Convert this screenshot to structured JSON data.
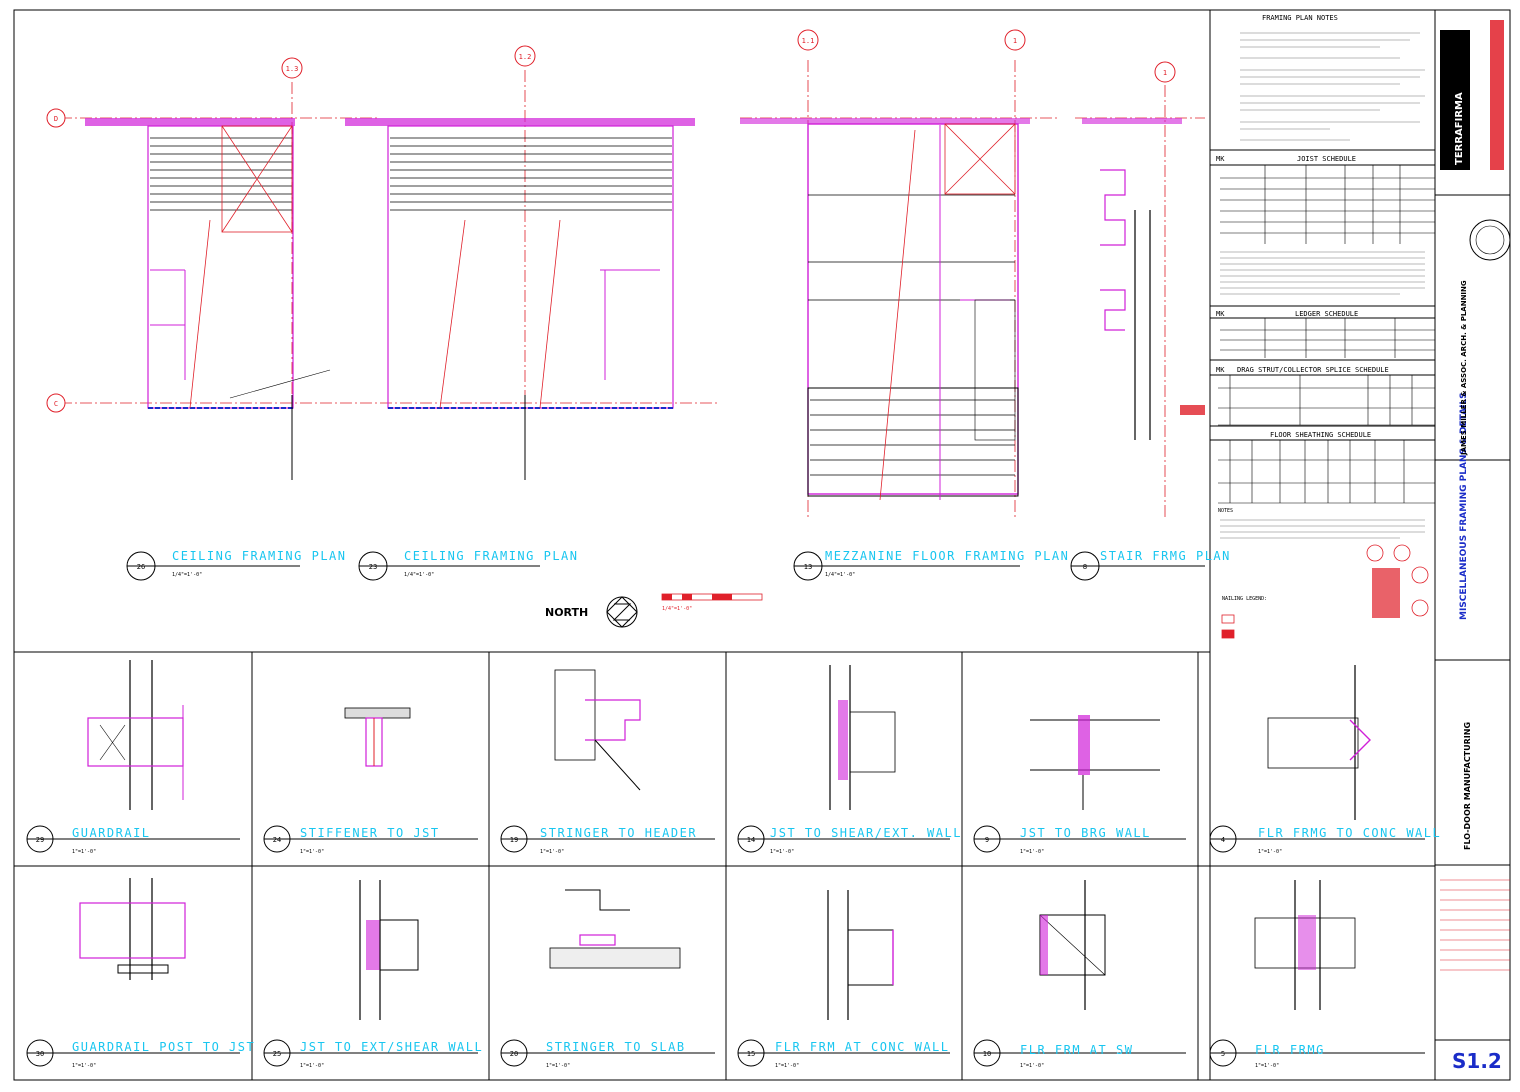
{
  "sheet": {
    "number": "S1.2",
    "north_label": "NORTH",
    "scale_bar_label": "1/4\"=1'-0\""
  },
  "plans": [
    {
      "id": "26",
      "title": "CEILING FRAMING PLAN",
      "scale": "1/4\"=1'-0\""
    },
    {
      "id": "23",
      "title": "CEILING FRAMING PLAN",
      "scale": "1/4\"=1'-0\""
    },
    {
      "id": "13",
      "title": "MEZZANINE FLOOR FRAMING PLAN",
      "scale": "1/4\"=1'-0\""
    },
    {
      "id": "8",
      "title": "STAIR FRMG PLAN",
      "scale": ""
    }
  ],
  "gridlines": [
    "1.3",
    "1.2",
    "1.1",
    "1",
    "1",
    "D",
    "C"
  ],
  "details_row1": [
    {
      "id": "29",
      "title": "GUARDRAIL",
      "scale": "1\"=1'-0\""
    },
    {
      "id": "24",
      "title": "STIFFENER TO JST",
      "scale": "1\"=1'-0\""
    },
    {
      "id": "19",
      "title": "STRINGER TO HEADER",
      "scale": "1\"=1'-0\""
    },
    {
      "id": "14",
      "title": "JST TO SHEAR/EXT. WALL",
      "scale": "1\"=1'-0\""
    },
    {
      "id": "9",
      "title": "JST TO BRG WALL",
      "scale": "1\"=1'-0\""
    },
    {
      "id": "4",
      "title": "FLR FRMG TO CONC WALL",
      "scale": "1\"=1'-0\""
    }
  ],
  "details_row2": [
    {
      "id": "30",
      "title": "GUARDRAIL POST TO JST",
      "scale": "1\"=1'-0\""
    },
    {
      "id": "25",
      "title": "JST TO EXT/SHEAR WALL",
      "scale": "1\"=1'-0\""
    },
    {
      "id": "20",
      "title": "STRINGER TO SLAB",
      "scale": "1\"=1'-0\""
    },
    {
      "id": "15",
      "title": "FLR FRM AT CONC WALL",
      "scale": "1\"=1'-0\""
    },
    {
      "id": "10",
      "title": "FLR FRM AT SW",
      "scale": "1\"=1'-0\""
    },
    {
      "id": "5",
      "title": "FLR FRMG",
      "scale": "1\"=1'-0\""
    }
  ],
  "schedules": {
    "notes_title": "FRAMING PLAN NOTES",
    "joist_title": "JOIST SCHEDULE",
    "ledger_title": "LEDGER SCHEDULE",
    "drag_title": "DRAG STRUT/COLLECTOR SPLICE SCHEDULE",
    "sheathing_title": "FLOOR SHEATHING SCHEDULE",
    "mk_label": "MK",
    "notes_label": "NOTES",
    "nailing_legend": "NAILING LEGEND:"
  },
  "title_block": {
    "sheet_title": "MISCELLANEOUS FRAMING PLANS & DETAILS",
    "project": "FLO-DOOR MANUFACTURING",
    "architect": "JAMES MILLER & ASSOC. ARCH. & PLANNING",
    "engineer": "TERRAFIRMA"
  },
  "colors": {
    "cyan": "#19c6f0",
    "magenta": "#d020d8",
    "red": "#e0202a",
    "blue": "#1a2cc8"
  }
}
